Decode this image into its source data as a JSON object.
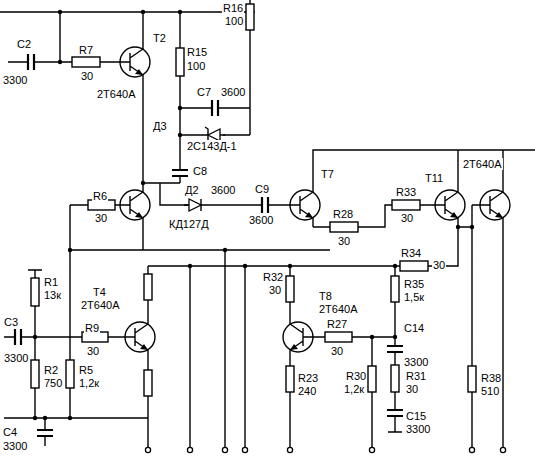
{
  "diagram": {
    "labels": [
      "R16",
      "100",
      "C2",
      "R7",
      "T2",
      "R15",
      "100",
      "3300",
      "30",
      "2Т640А",
      "C7",
      "3600",
      "Д3",
      "2С143Д-1",
      "C8",
      "R6",
      "30",
      "Д2",
      "КД127Д",
      "3600",
      "C9",
      "3600",
      "T7",
      "R28",
      "30",
      "R33",
      "30",
      "T11",
      "2Т640А",
      "R34",
      "30",
      "R32",
      "30",
      "T8",
      "2Т640А",
      "R27",
      "30",
      "R35",
      "1,5к",
      "C14",
      "3300",
      "R23",
      "240",
      "R30",
      "1,2к",
      "R31",
      "30",
      "C15",
      "3300",
      "R38",
      "510",
      "R1",
      "13к",
      "T4",
      "2Т640А",
      "C3",
      "3300",
      "R9",
      "30",
      "R2",
      "750",
      "R5",
      "1,2к",
      "C4",
      "3300"
    ]
  }
}
